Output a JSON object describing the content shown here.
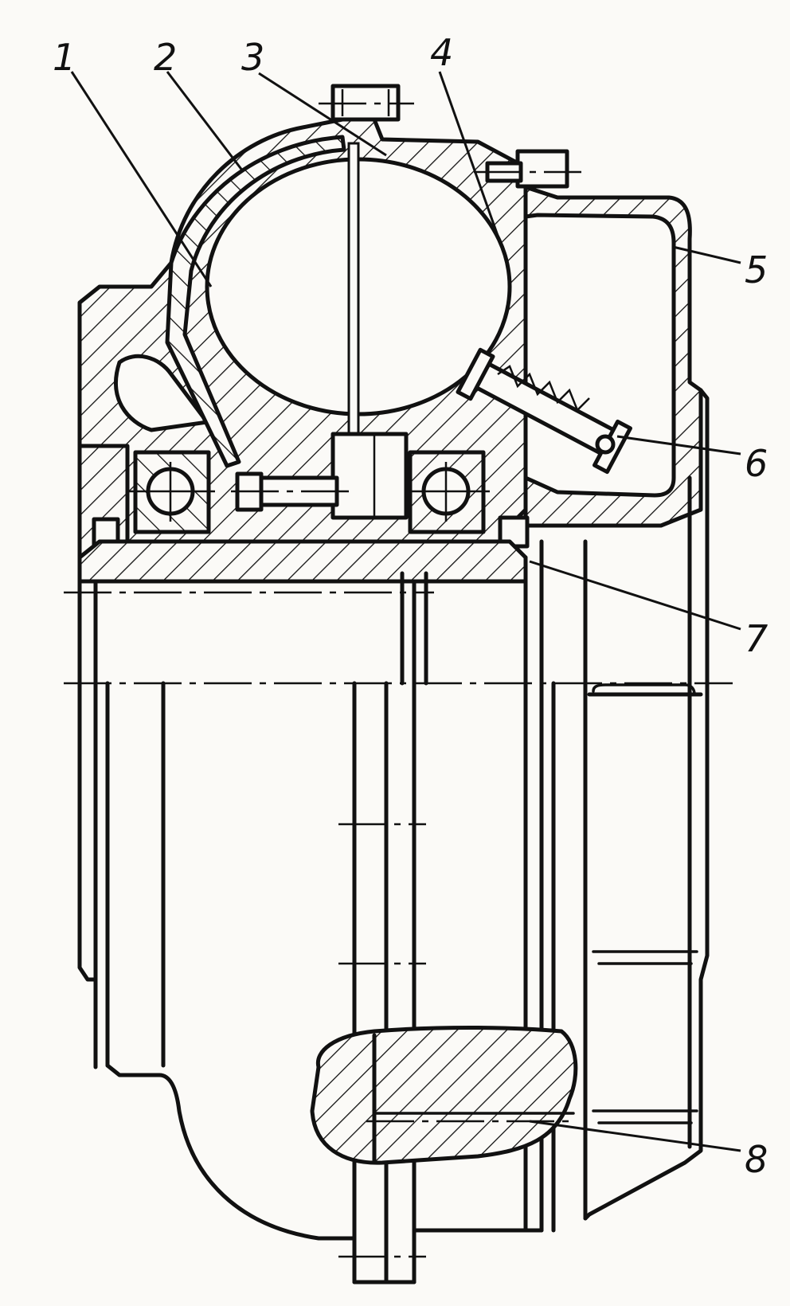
{
  "callouts": [
    {
      "id": "1",
      "label": "1"
    },
    {
      "id": "2",
      "label": "2"
    },
    {
      "id": "3",
      "label": "3"
    },
    {
      "id": "4",
      "label": "4"
    },
    {
      "id": "5",
      "label": "5"
    },
    {
      "id": "6",
      "label": "6"
    },
    {
      "id": "7",
      "label": "7"
    },
    {
      "id": "8",
      "label": "8"
    }
  ],
  "colors": {
    "ink": "#111111",
    "paper": "#fbfaf7"
  }
}
